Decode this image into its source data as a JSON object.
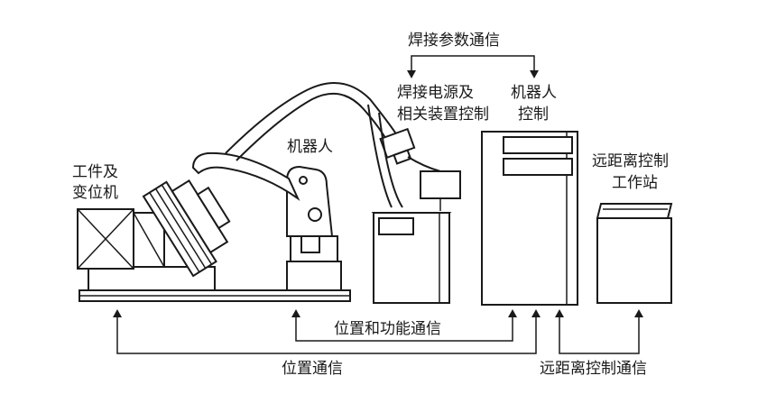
{
  "labels": {
    "workpiece_positioner": [
      "工件及",
      "变位机"
    ],
    "robot": "机器人",
    "welding_power": [
      "焊接电源及",
      "相关装置控制"
    ],
    "robot_control": [
      "机器人",
      "控制"
    ],
    "remote_station": [
      "远距离控制",
      "工作站"
    ],
    "welding_param_comm": "焊接参数通信",
    "position_function_comm": "位置和功能通信",
    "position_comm": "位置通信",
    "remote_control_comm": "远距离控制通信"
  },
  "colors": {
    "ink": "#1a1a1a",
    "background": "#ffffff"
  }
}
